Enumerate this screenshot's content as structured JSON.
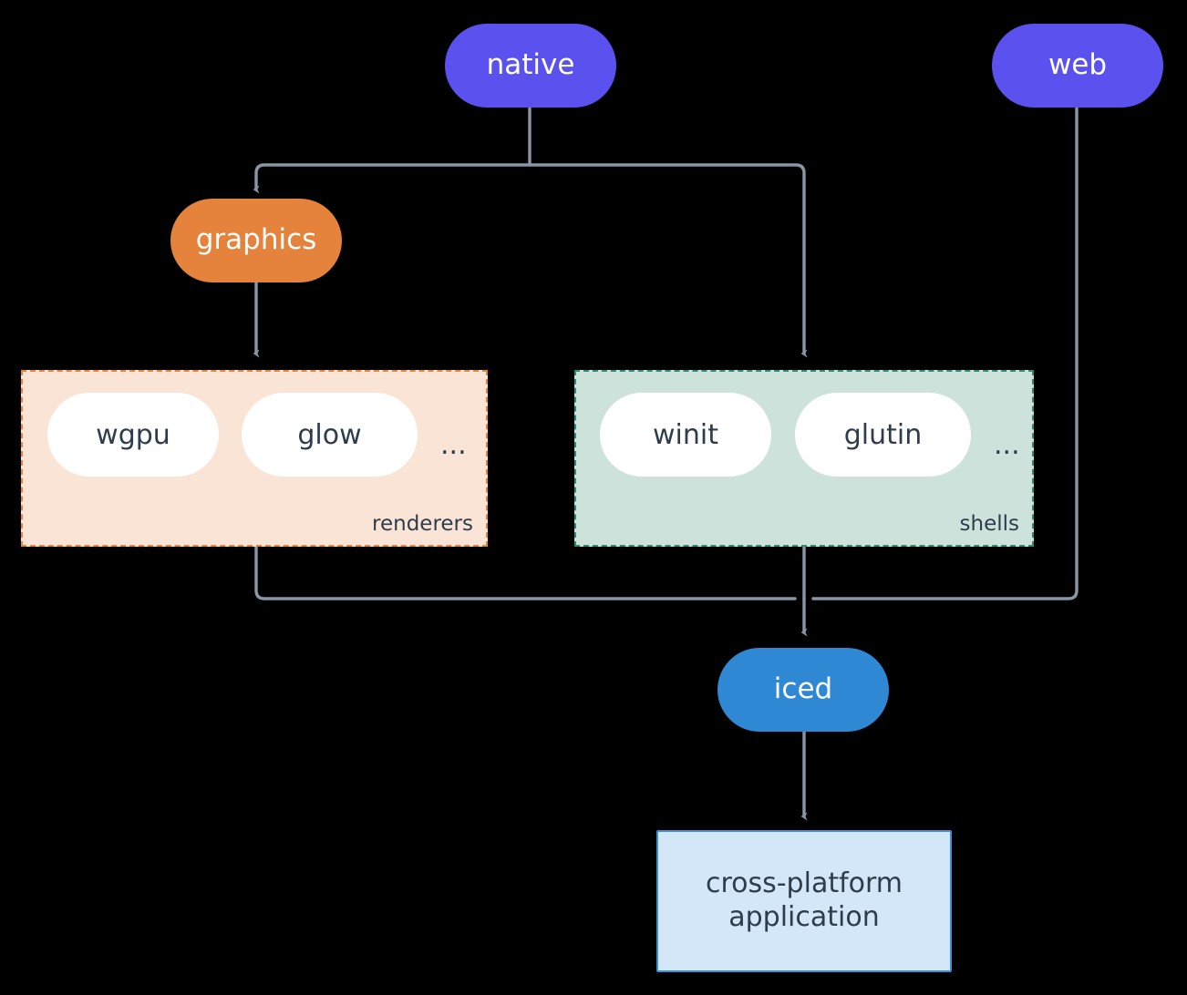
{
  "diagram": {
    "type": "flowchart",
    "background": "#000000",
    "edge_color": "#8896A6",
    "text_color_light": "#ffffff",
    "text_color_dark": "#2E3D4C",
    "nodes": {
      "native": {
        "label": "native",
        "shape": "pill",
        "color": "#5B51EE"
      },
      "web": {
        "label": "web",
        "shape": "pill",
        "color": "#5B51EE"
      },
      "graphics": {
        "label": "graphics",
        "shape": "pill",
        "color": "#E5823B"
      },
      "iced": {
        "label": "iced",
        "shape": "pill",
        "color": "#2E88D4"
      },
      "application": {
        "label_line1": "cross-platform",
        "label_line2": "application",
        "shape": "rect",
        "color": "#D4E7F8",
        "border": "#3B8FD4"
      }
    },
    "clusters": [
      {
        "id": "renderers",
        "label": "renderers",
        "fill": "#FAE4D5",
        "border": "#E5823B",
        "items": [
          {
            "label": "wgpu"
          },
          {
            "label": "glow"
          }
        ],
        "overflow": "..."
      },
      {
        "id": "shells",
        "label": "shells",
        "fill": "#CEE2DC",
        "border": "#2E8B72",
        "items": [
          {
            "label": "winit"
          },
          {
            "label": "glutin"
          }
        ],
        "overflow": "..."
      }
    ],
    "edges": [
      {
        "from": "native",
        "to": "graphics"
      },
      {
        "from": "native",
        "to": "shells"
      },
      {
        "from": "graphics",
        "to": "renderers"
      },
      {
        "from": "renderers",
        "to": "iced"
      },
      {
        "from": "shells",
        "to": "iced"
      },
      {
        "from": "web",
        "to": "iced"
      },
      {
        "from": "iced",
        "to": "application"
      }
    ]
  }
}
